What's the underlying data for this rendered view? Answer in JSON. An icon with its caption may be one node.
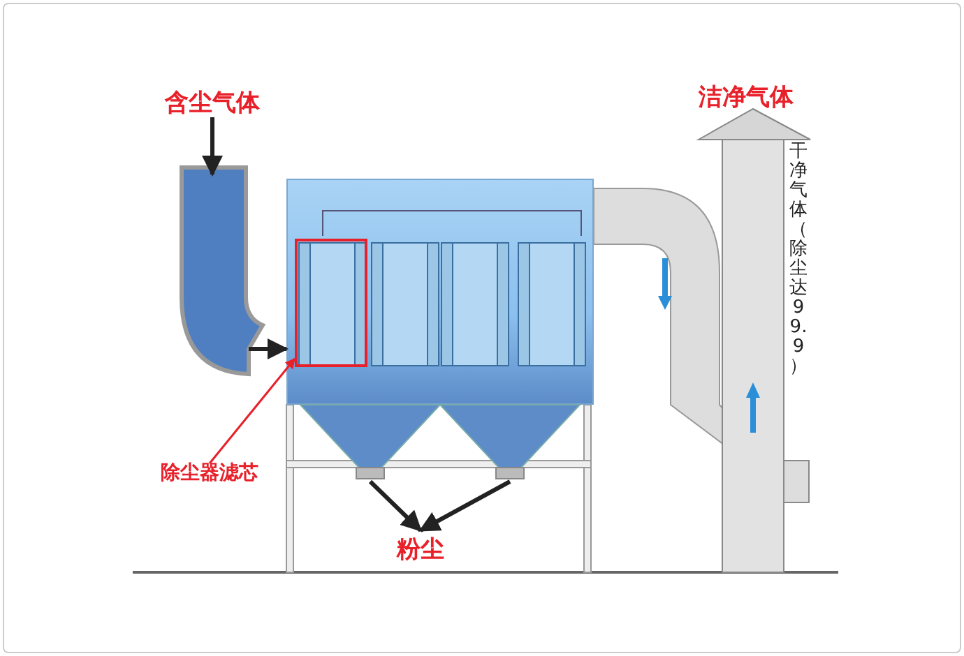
{
  "diagram": {
    "nodes": [
      {
        "text": [
          "含尘气体"
        ]
      },
      {
        "text": [],
        "shape": "picture"
      },
      {
        "text": [],
        "shape": "box"
      },
      {
        "text": [],
        "shape": "box",
        "in": 2
      },
      {
        "text": [
          "除尘器滤芯"
        ]
      },
      {
        "text": [],
        "shape": "picture"
      },
      {
        "text": [],
        "shape": "picture"
      },
      {
        "text": [
          "粉尘"
        ]
      }
    ],
    "edges": [
      {
        "from": 0,
        "to": 1,
        "arrow": "to"
      },
      {
        "from": 1,
        "to": 2,
        "arrow": "to"
      },
      {
        "from": 4,
        "to": 3,
        "arrow": "to",
        "color": "#e8202a"
      },
      {
        "from": 5,
        "to": 7,
        "arrow": "to"
      },
      {
        "from": 6,
        "to": 7,
        "arrow": "to"
      }
    ],
    "labels": [
      "洁净气体",
      "干净气体（除尘达99.9）"
    ]
  }
}
